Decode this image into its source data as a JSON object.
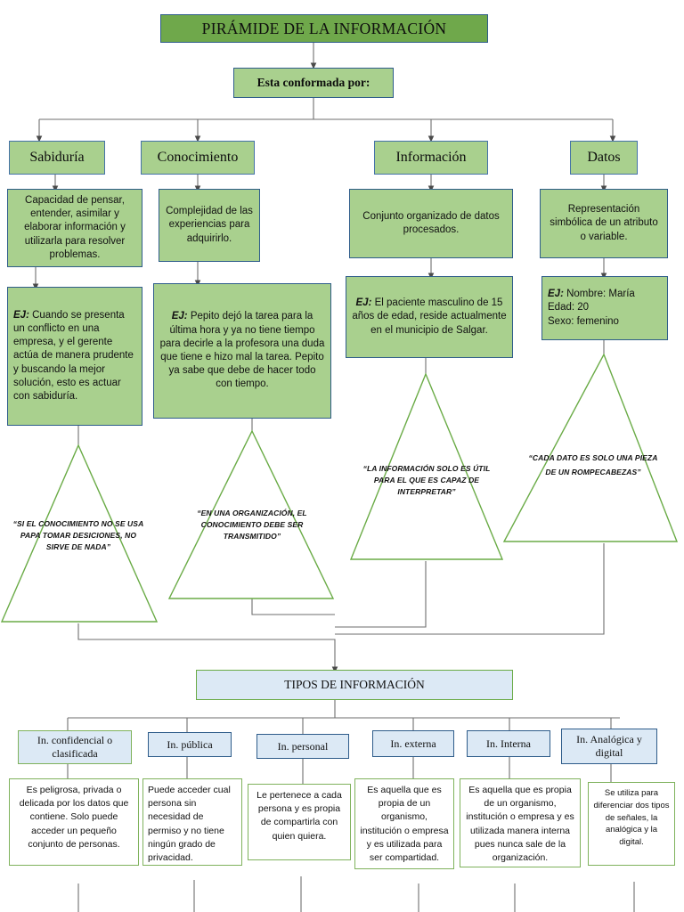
{
  "colors": {
    "title_fill": "#6FA84B",
    "box_fill": "#A9D08E",
    "blue_border": "#2E5C8A",
    "green_border": "#7FB25C",
    "light_blue_fill": "#DCE9F5",
    "connector": "#595959"
  },
  "title": "PIRÁMIDE DE LA INFORMACIÓN",
  "subtitle": "Esta conformada por:",
  "branches": [
    {
      "id": "sabiduria",
      "label": "Sabiduría",
      "definition": "Capacidad de pensar, entender, asimilar y elaborar información y utilizarla para resolver problemas.",
      "example_tag": "EJ:",
      "example": " Cuando se presenta un conflicto en una empresa, y el gerente actúa de manera prudente y buscando la mejor solución, esto es actuar con sabiduría.",
      "quote": "“SI EL CONOCIMIENTO NO SE USA PAPA TOMAR DESICIONES, NO SIRVE DE NADA”"
    },
    {
      "id": "conocimiento",
      "label": "Conocimiento",
      "definition": "Complejidad de las experiencias para adquirirlo.",
      "example_tag": "EJ:",
      "example": " Pepito dejó la tarea para la última hora y ya no tiene tiempo para decirle a la profesora una duda que tiene e hizo mal la tarea. Pepito ya sabe que debe de hacer todo con tiempo.",
      "quote": "“EN UNA ORGANIZACIÓN, EL CONOCIMIENTO DEBE SER TRANSMITIDO”"
    },
    {
      "id": "informacion",
      "label": "Información",
      "definition": "Conjunto organizado de datos procesados.",
      "example_tag": "EJ:",
      "example": " El paciente masculino de 15 años de edad, reside actualmente en el municipio de Salgar.",
      "quote": "“LA INFORMACIÓN SOLO ES ÚTIL PARA EL QUE ES CAPAZ DE INTERPRETAR”"
    },
    {
      "id": "datos",
      "label": "Datos",
      "definition": "Representación simbólica de un atributo o variable.",
      "example_tag": "EJ:",
      "example": " Nombre: María\nEdad: 20\nSexo: femenino",
      "quote": "“CADA DATO ES SOLO UNA PIEZA DE UN ROMPECABEZAS”"
    }
  ],
  "tipos_title": "TIPOS DE INFORMACIÓN",
  "tipos": [
    {
      "label": "In. confidencial o clasificada",
      "description": "Es peligrosa, privada o delicada por los datos que contiene. Solo puede acceder un pequeño conjunto de personas."
    },
    {
      "label": "In. pública",
      "description": "Puede acceder cual persona sin necesidad de permiso y no tiene ningún grado de privacidad."
    },
    {
      "label": "In. personal",
      "description": "Le pertenece a cada persona y es propia de compartirla con quien quiera."
    },
    {
      "label": "In. externa",
      "description": "Es aquella que es propia de un organismo, institución o empresa y es utilizada para ser compartidad."
    },
    {
      "label": "In. Interna",
      "description": "Es aquella que es propia de un organismo, institución o empresa y es utilizada manera interna pues nunca sale de la organización."
    },
    {
      "label": "In. Analógica y digital",
      "description": "Se utiliza para diferenciar dos tipos de señales, la analógica y la digital."
    }
  ]
}
